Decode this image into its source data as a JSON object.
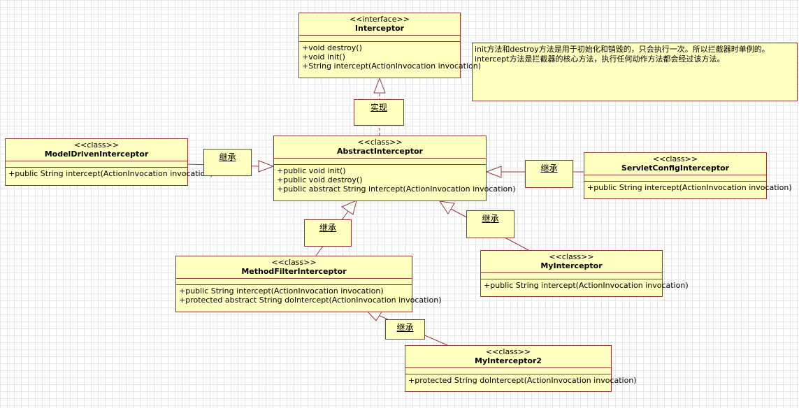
{
  "note": {
    "lines": [
      "init方法和destroy方法是用于初始化和销毁的，只会执行一次。所以拦截器时单例的。",
      "intercept方法是拦截器的核心方法，执行任何动作方法都会经过该方法。"
    ]
  },
  "classes": {
    "interceptor": {
      "stereotype": "<<interface>>",
      "name": "Interceptor",
      "ops": [
        "+void destroy()",
        "+void init()",
        "+String intercept(ActionInvocation invocation)"
      ]
    },
    "abstract_interceptor": {
      "stereotype": "<<class>>",
      "name": "AbstractInterceptor",
      "ops": [
        "+public void init()",
        "+public void destroy()",
        "+public abstract String intercept(ActionInvocation invocation)"
      ]
    },
    "model_driven": {
      "stereotype": "<<class>>",
      "name": "ModelDrivenInterceptor",
      "ops": [
        "+public String intercept(ActionInvocation invocation)"
      ]
    },
    "servlet_config": {
      "stereotype": "<<class>>",
      "name": "ServletConfigInterceptor",
      "ops": [
        "+public String intercept(ActionInvocation invocation)"
      ]
    },
    "method_filter": {
      "stereotype": "<<class>>",
      "name": "MethodFilterInterceptor",
      "ops": [
        "+public String intercept(ActionInvocation invocation)",
        "+protected abstract String doIntercept(ActionInvocation invocation)"
      ]
    },
    "my_interceptor": {
      "stereotype": "<<class>>",
      "name": "MyInterceptor",
      "ops": [
        "+public String intercept(ActionInvocation invocation)"
      ]
    },
    "my_interceptor2": {
      "stereotype": "<<class>>",
      "name": "MyInterceptor2",
      "ops": [
        "+protected String doIntercept(ActionInvocation invocation)"
      ]
    }
  },
  "relations": {
    "realize_label": "实现",
    "inherit_label": "继承"
  }
}
